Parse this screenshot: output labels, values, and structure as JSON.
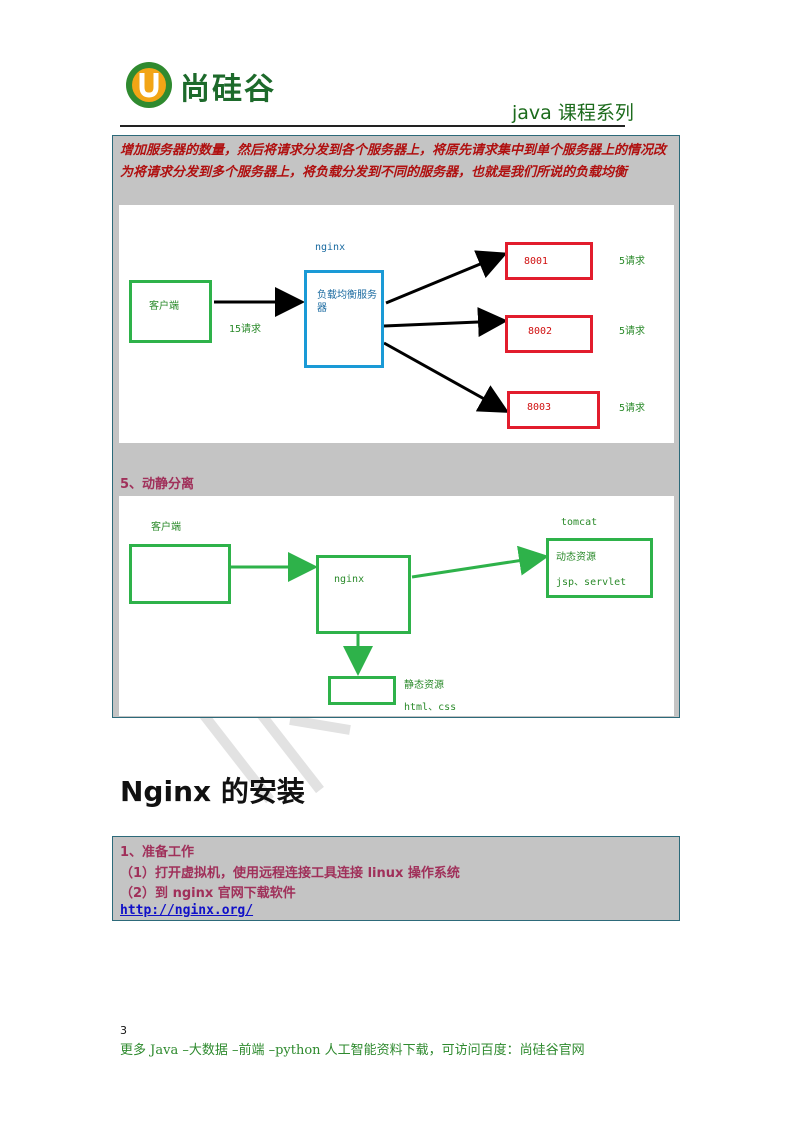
{
  "header": {
    "logo_text": "尚硅谷",
    "series": "java 课程系列"
  },
  "box1": {
    "intro": "增加服务器的数量，然后将请求分发到各个服务器上，将原先请求集中到单个服务器上的情况改为将请求分发到多个服务器上，将负载分发到不同的服务器，也就是我们所说的负载均衡",
    "lb_diagram": {
      "client": "客户端",
      "requests_in": "15请求",
      "nginx": "nginx",
      "balancer": "负载均衡服务器",
      "servers": [
        {
          "name": "8001",
          "requests": "5请求"
        },
        {
          "name": "8002",
          "requests": "5请求"
        },
        {
          "name": "8003",
          "requests": "5请求"
        }
      ]
    },
    "section5": "5、动静分离",
    "static_diagram": {
      "client": "客户端",
      "nginx": "nginx",
      "tomcat": "tomcat",
      "dynamic": "动态资源",
      "dynamic_types": "jsp、servlet",
      "static": "静态资源",
      "static_types": "html、css"
    }
  },
  "heading": "Nginx 的安装",
  "box2": {
    "step1": "1、准备工作",
    "step1_1": "（1）打开虚拟机，使用远程连接工具连接 linux 操作系统",
    "step1_2": "（2）到 nginx 官网下载软件",
    "link": "http://nginx.org/"
  },
  "page_number": "3",
  "footer": "更多 Java –大数据 –前端 –python 人工智能资料下载，可访问百度：尚硅谷官网"
}
